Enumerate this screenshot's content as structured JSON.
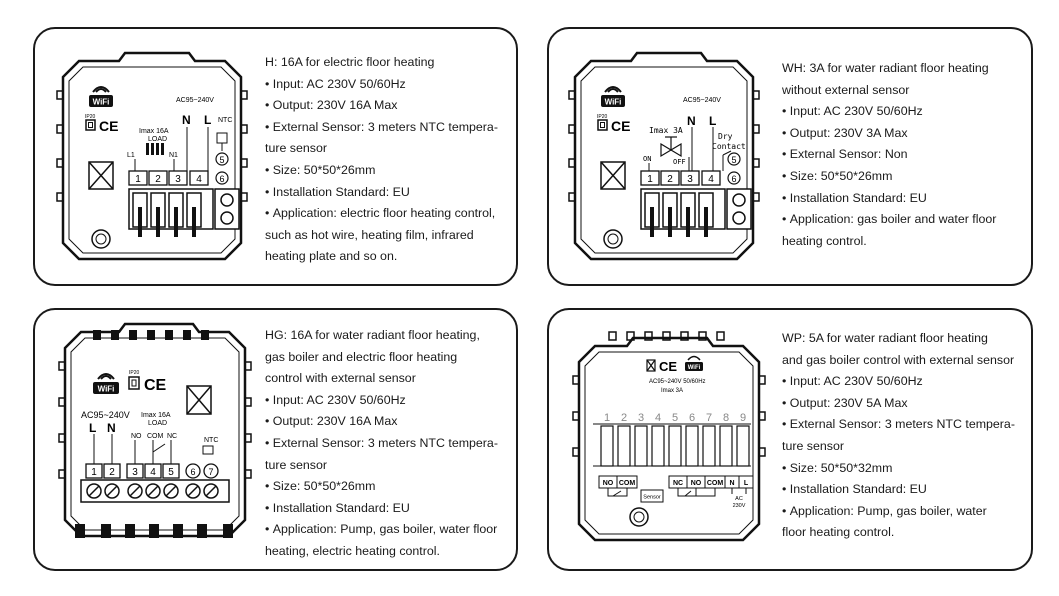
{
  "cards": {
    "h": {
      "diagram": {
        "wifi": "WiFi",
        "ip": "IP20",
        "ce": "CE",
        "voltage": "AC95~240V",
        "n": "N",
        "l": "L",
        "ntc": "NTC",
        "imax": "Imax 16A",
        "load": "LOAD",
        "l1": "L1",
        "n1": "N1",
        "terms": [
          "1",
          "2",
          "3",
          "4"
        ],
        "sensor_terms": [
          "5",
          "6"
        ]
      },
      "lines": [
        "H: 16A for electric floor heating",
        "Input: AC 230V 50/60Hz",
        "Output: 230V 16A Max",
        "External Sensor: 3 meters NTC tempera-",
        "ture sensor",
        "Size: 50*50*26mm",
        "Installation Standard: EU",
        "Application: electric floor heating control,",
        "such as hot wire, heating film, infrared",
        "heating plate and so on."
      ]
    },
    "wh": {
      "diagram": {
        "wifi": "WiFi",
        "ip": "IP20",
        "ce": "CE",
        "voltage": "AC95~240V",
        "n": "N",
        "l": "L",
        "imax": "Imax 3A",
        "dry": "Dry",
        "contact": "Contact",
        "on": "ON",
        "off": "OFF",
        "terms": [
          "1",
          "2",
          "3",
          "4"
        ],
        "sensor_terms": [
          "5",
          "6"
        ]
      },
      "lines": [
        "WH: 3A for water radiant floor heating",
        "without external sensor",
        "Input: AC 230V 50/60Hz",
        "Output: 230V 3A Max",
        "External Sensor: Non",
        "Size: 50*50*26mm",
        "Installation Standard: EU",
        "Application: gas boiler and water floor",
        "heating control."
      ]
    },
    "hg": {
      "diagram": {
        "wifi": "WiFi",
        "ip": "IP20",
        "ce": "CE",
        "voltage": "AC95~240V",
        "l": "L",
        "n": "N",
        "imax": "Imax 16A",
        "load": "LOAD",
        "no": "NO",
        "com": "COM",
        "nc": "NC",
        "ntc": "NTC",
        "terms": [
          "1",
          "2",
          "3",
          "4",
          "5",
          "6",
          "7"
        ]
      },
      "lines": [
        "HG: 16A for water radiant floor heating,",
        "gas boiler and electric floor heating",
        "control with external sensor",
        "Input: AC 230V 50/60Hz",
        "Output: 230V 16A Max",
        "External Sensor: 3 meters NTC tempera-",
        "ture sensor",
        "Size: 50*50*26mm",
        "Installation Standard: EU",
        "Application: Pump, gas boiler, water floor",
        "heating, electric heating control."
      ]
    },
    "wp": {
      "diagram": {
        "ce": "CE",
        "wifi": "WiFi",
        "voltage": "AC95~240V 50/60Hz",
        "imax": "Imax 3A",
        "nums": [
          "1",
          "2",
          "3",
          "4",
          "5",
          "6",
          "7",
          "8",
          "9"
        ],
        "labels": [
          "NO",
          "COM",
          "",
          "",
          "NC",
          "NO",
          "COM",
          "N",
          "L"
        ],
        "sensor": "Sensor",
        "ac": "AC",
        "v230": "230V"
      },
      "lines": [
        "WP: 5A for water radiant floor heating",
        "and gas boiler control with external sensor",
        "Input: AC 230V 50/60Hz",
        "Output: 230V 5A Max",
        "External Sensor: 3 meters NTC tempera-",
        "ture sensor",
        "Size: 50*50*32mm",
        "Installation Standard: EU",
        "Application: Pump, gas boiler, water",
        "floor heating control."
      ]
    }
  }
}
